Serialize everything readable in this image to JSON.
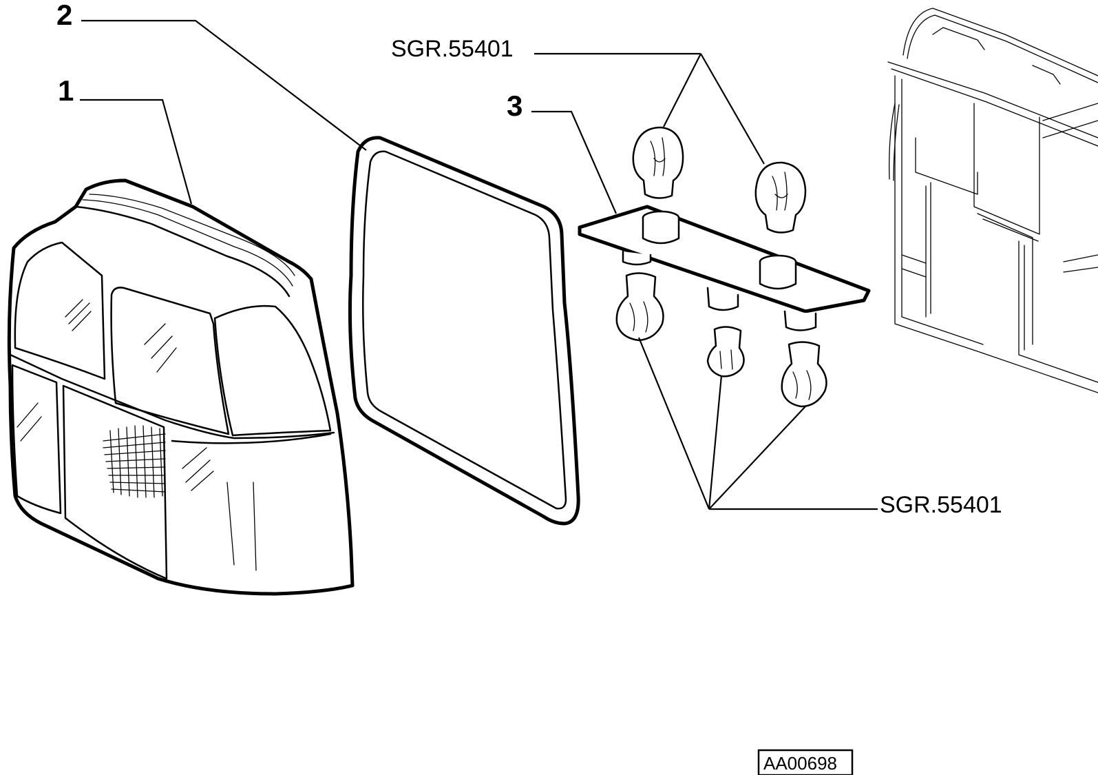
{
  "callouts": {
    "part_1": "1",
    "part_2": "2",
    "part_3": "3",
    "ref_top": "SGR.55401",
    "ref_bottom": "SGR.55401"
  },
  "drawing_code": "AA00698",
  "parts": [
    {
      "number": "1"
    },
    {
      "number": "2"
    },
    {
      "number": "3"
    }
  ]
}
